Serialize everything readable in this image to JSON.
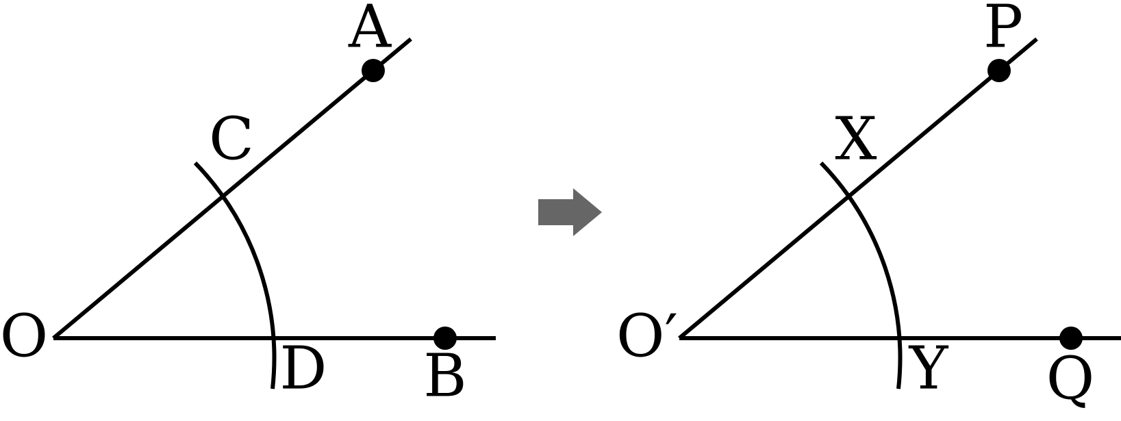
{
  "figure": {
    "left": {
      "labels": {
        "vertex": "O",
        "ray_point": "A",
        "base_point": "B",
        "arc_on_ray": "C",
        "arc_on_base": "D"
      }
    },
    "right": {
      "labels": {
        "vertex": "O′",
        "ray_point": "P",
        "base_point": "Q",
        "arc_on_ray": "X",
        "arc_on_base": "Y"
      }
    },
    "arrow_icon": "right-arrow-icon",
    "colors": {
      "lines": "#000000",
      "arrow": "#666666"
    }
  }
}
